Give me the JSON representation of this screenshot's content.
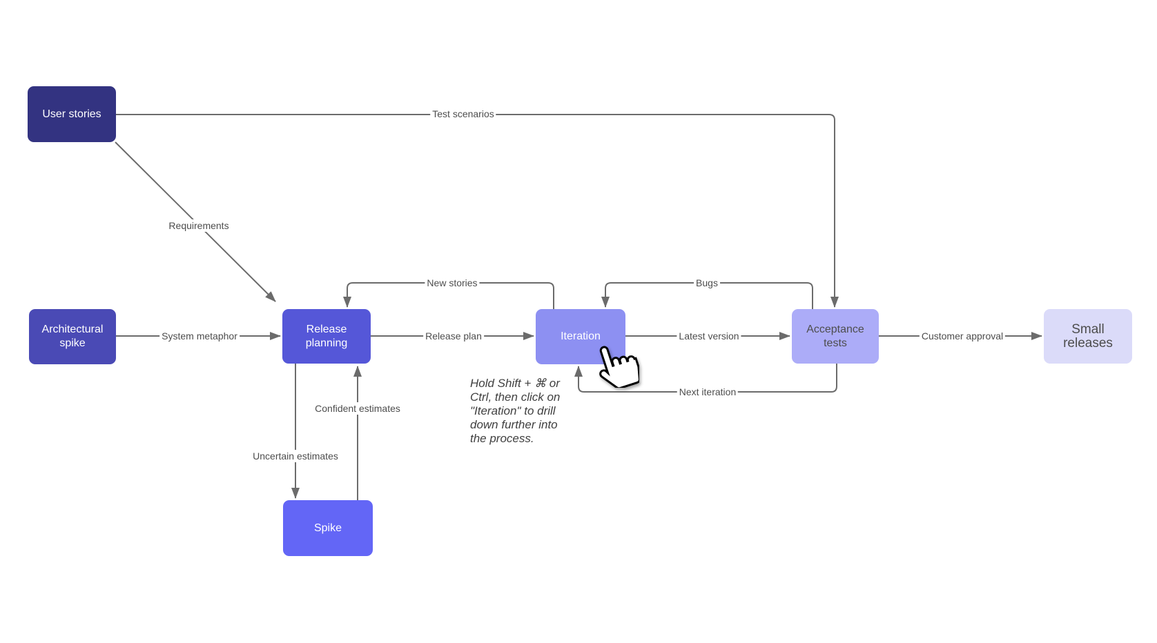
{
  "nodes": {
    "user_stories": {
      "label": "User stories",
      "bg": "#333381",
      "text": "#FFFFFF"
    },
    "architectural_spike": {
      "label": "Architectural spike",
      "bg": "#4A4AB5",
      "text": "#FFFFFF"
    },
    "release_planning": {
      "label": "Release planning",
      "bg": "#5557D8",
      "text": "#FFFFFF"
    },
    "spike": {
      "label": "Spike",
      "bg": "#6366F6",
      "text": "#FFFFFF"
    },
    "iteration": {
      "label": "Iteration",
      "bg": "#8D90F2",
      "text": "#FFFFFF"
    },
    "acceptance_tests": {
      "label": "Acceptance tests",
      "bg": "#ACACF8",
      "text": "#4D4D4D"
    },
    "small_releases": {
      "label": "Small releases",
      "bg": "#DBDBF9",
      "text": "#4D4D4D"
    }
  },
  "edges": {
    "test_scenarios": {
      "label": "Test scenarios",
      "from": "user_stories",
      "to": "acceptance_tests"
    },
    "requirements": {
      "label": "Requirements",
      "from": "user_stories",
      "to": "release_planning"
    },
    "system_metaphor": {
      "label": "System metaphor",
      "from": "architectural_spike",
      "to": "release_planning"
    },
    "release_plan": {
      "label": "Release plan",
      "from": "release_planning",
      "to": "iteration"
    },
    "new_stories": {
      "label": "New stories",
      "from": "iteration",
      "to": "release_planning"
    },
    "bugs": {
      "label": "Bugs",
      "from": "acceptance_tests",
      "to": "iteration"
    },
    "latest_version": {
      "label": "Latest version",
      "from": "iteration",
      "to": "acceptance_tests"
    },
    "next_iteration": {
      "label": "Next iteration",
      "from": "acceptance_tests",
      "to": "iteration"
    },
    "customer_approval": {
      "label": "Customer approval",
      "from": "acceptance_tests",
      "to": "small_releases"
    },
    "uncertain_estimates": {
      "label": "Uncertain estimates",
      "from": "release_planning",
      "to": "spike"
    },
    "confident_estimates": {
      "label": "Confident estimates",
      "from": "spike",
      "to": "release_planning"
    }
  },
  "note": {
    "text": "Hold Shift + ⌘ or\nCtrl, then click on\n\"Iteration\" to drill\ndown further into\nthe process."
  },
  "icons": {
    "cursor": "hand-pointer-cursor"
  },
  "colors": {
    "edge_stroke": "#6B6B6B",
    "edge_label_text": "#4D4D4D",
    "note_text": "#404040",
    "canvas_background": "#FFFFFF"
  }
}
